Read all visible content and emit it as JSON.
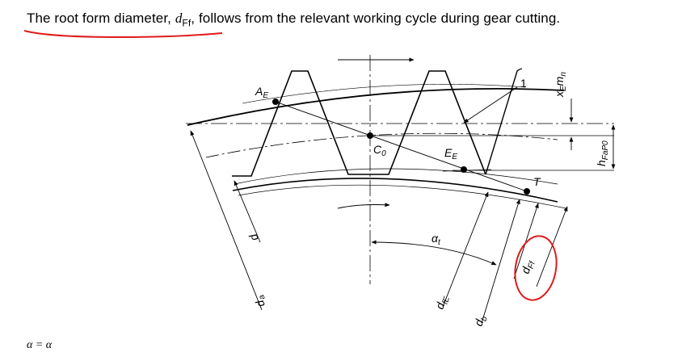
{
  "heading": {
    "before": "The root form diameter, ",
    "symbol_main": "d",
    "symbol_sub": "Ff",
    "after": ", follows from the relevant working cycle during gear cutting."
  },
  "labels": {
    "A": "A",
    "A_sub": "E",
    "C": "C",
    "C_sub": "0",
    "E": "E",
    "E_sub": "E",
    "T": "T",
    "one": "1",
    "xEmn": "x",
    "xEmn_sub1": "E",
    "xEmn_m": "m",
    "xEmn_sub2": "n",
    "h": "h",
    "h_sub": "FaP0",
    "alpha": "α",
    "alpha_sub": "t",
    "d": "d",
    "da": "d",
    "da_sub": "a",
    "dfE": "d",
    "dfE_sub": "fE",
    "db": "d",
    "db_sub": "b",
    "dFf": "d",
    "dFf_sub": "Ff"
  },
  "footer": {
    "text": "α    = α"
  },
  "colors": {
    "highlight": "#e01b1b",
    "line": "#000000"
  }
}
